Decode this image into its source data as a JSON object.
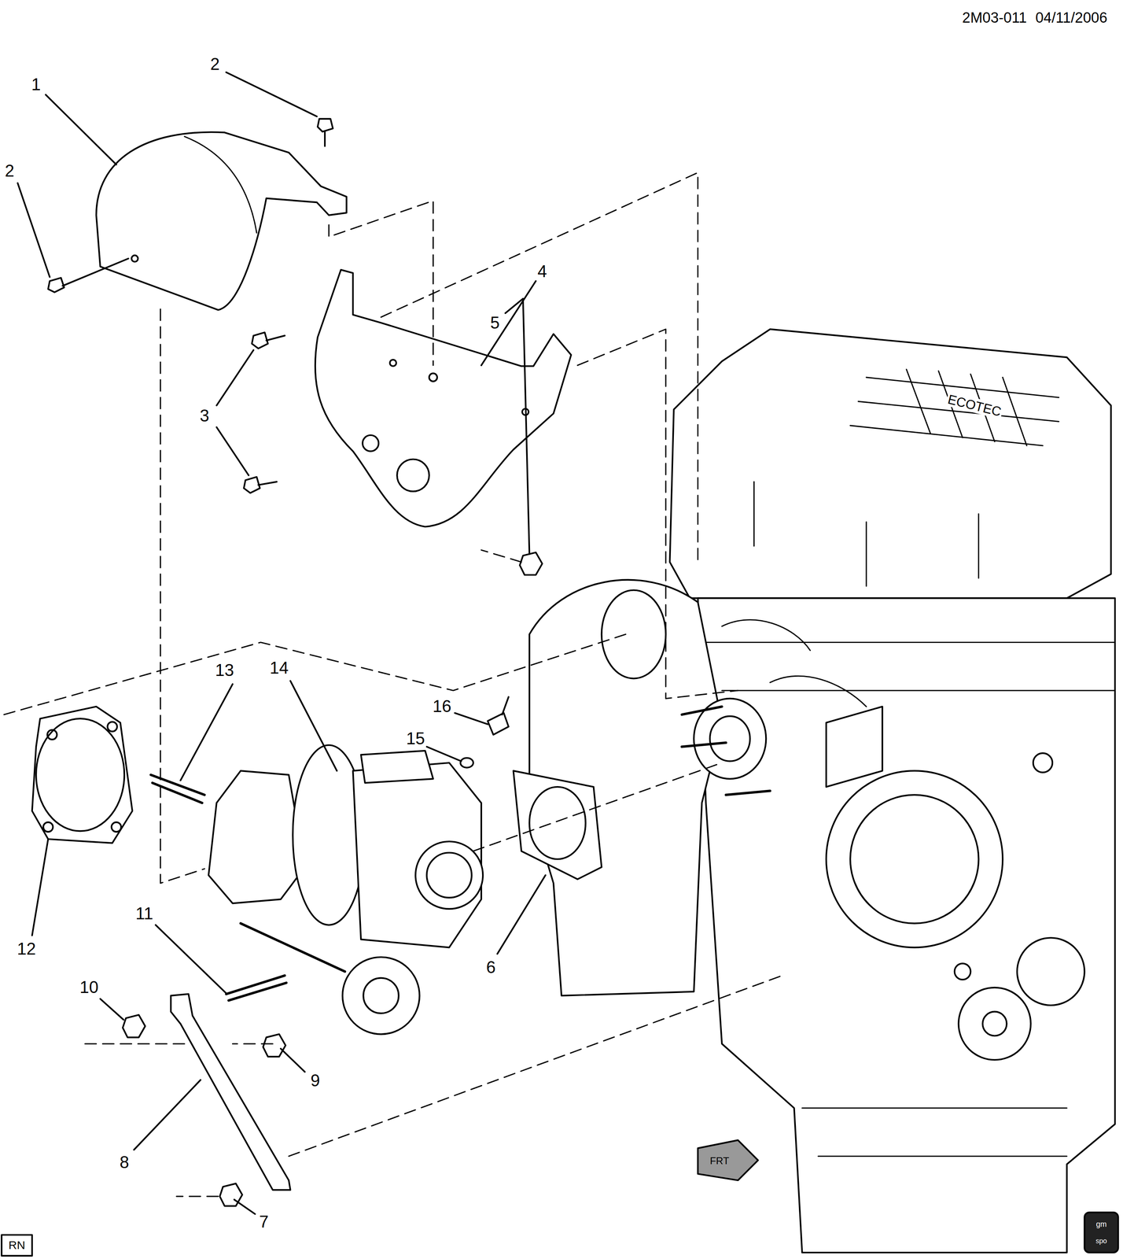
{
  "diagram": {
    "labels": [
      "2M03-011 04/11/2006",
      "1",
      "2",
      "2",
      "4",
      "3",
      "5",
      "13",
      "14",
      "16",
      "15",
      "12",
      "6",
      "11",
      "10",
      "9",
      "8",
      "7",
      "RN",
      "FRT",
      "gm",
      "spo",
      "ECOTEC"
    ]
  }
}
